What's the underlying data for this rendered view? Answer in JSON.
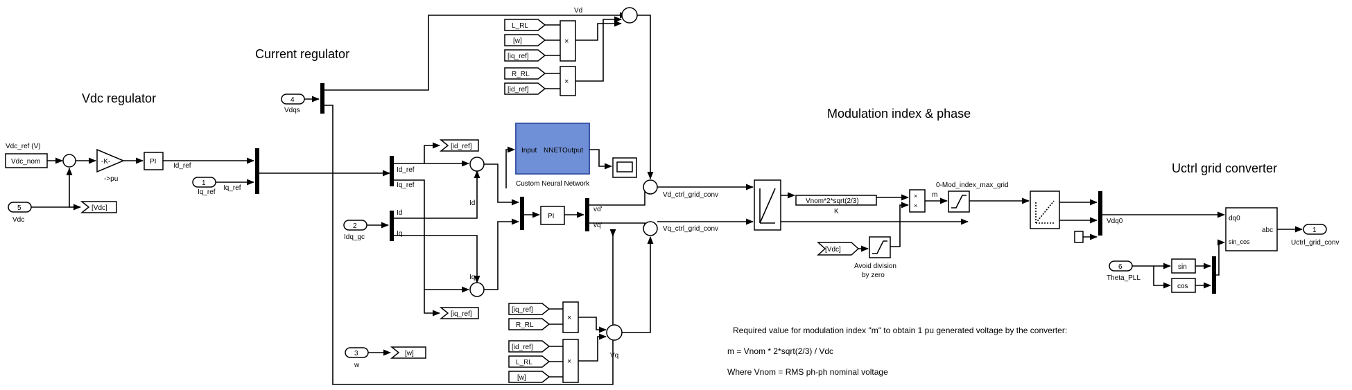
{
  "titles": {
    "vdc_regulator": "Vdc regulator",
    "current_regulator": "Current regulator",
    "modulation": "Modulation index & phase",
    "uctrl": "Uctrl grid converter"
  },
  "inputs": {
    "vdc_ref_label": "Vdc_ref (V)",
    "vdc_nom": "Vdc_nom",
    "p5_num": "5",
    "p5_label": "Vdc",
    "p1_num": "1",
    "p1_label": "Iq_ref",
    "p4_num": "4",
    "p4_label": "Vdqs",
    "p2_num": "2",
    "p2_label": "Idq_gc",
    "p3_num": "3",
    "p3_label": "w",
    "p6_num": "6",
    "p6_label": "Theta_PLL"
  },
  "blocks": {
    "gain": "-K-",
    "gain_label": "->pu",
    "pi": "PI",
    "nn_input": "Input",
    "nn_output": "NNETOutput",
    "nn_caption": "Custom Neural Network",
    "k_value": "Vnom*2*sqrt(2/3)",
    "k_label": "K",
    "sat_label1": "Avoid division",
    "sat_label2": "by zero",
    "mod_label": "0-Mod_index_max_grid",
    "dq0": "dq0",
    "abc": "abc",
    "sincos": "sin_cos",
    "sin": "sin",
    "cos": "cos",
    "mult": "×",
    "out_num": "1",
    "out_label": "Uctrl_grid_conv"
  },
  "tags": {
    "vdc_tag": "[Vdc]",
    "vdc_tag2": "[Vdc]",
    "w_tag": "[w]",
    "id_ref_goto": "[id_ref]",
    "iq_ref_goto": "[iq_ref]",
    "L_RL_a": "L_RL",
    "w_a": "[w]",
    "iq_ref_a": "[iq_ref]",
    "R_RL_a": "R_RL",
    "id_ref_a": "[id_ref]",
    "iq_ref_b": "[iq_ref]",
    "R_RL_b": "R_RL",
    "id_ref_b": "[id_ref]",
    "L_RL_b": "L_RL",
    "w_b": "[w]"
  },
  "signals": {
    "Id_ref": "Id_ref",
    "Iq_ref": "Iq_ref",
    "Id_ref2": "Id_ref",
    "Iq_ref2": "Iq_ref",
    "Id": "Id",
    "Iq": "Iq",
    "Id2": "Id",
    "Iq2": "Iq",
    "Vd": "Vd",
    "Vq": "Vq",
    "vd_prime": "vd'",
    "vq_prime": "vq'",
    "Vd_ctrl": "Vd_ctrl_grid_conv",
    "Vq_ctrl": "Vq_ctrl_grid_conv",
    "m": "m",
    "Vdq0": "Vdq0"
  },
  "annotation": {
    "line1": "Required value for modulation index \"m\" to obtain  1 pu generated voltage by the converter:",
    "line2": "m = Vnom * 2*sqrt(2/3) / Vdc",
    "line3": "Where  Vnom =  RMS ph-ph nominal voltage"
  }
}
